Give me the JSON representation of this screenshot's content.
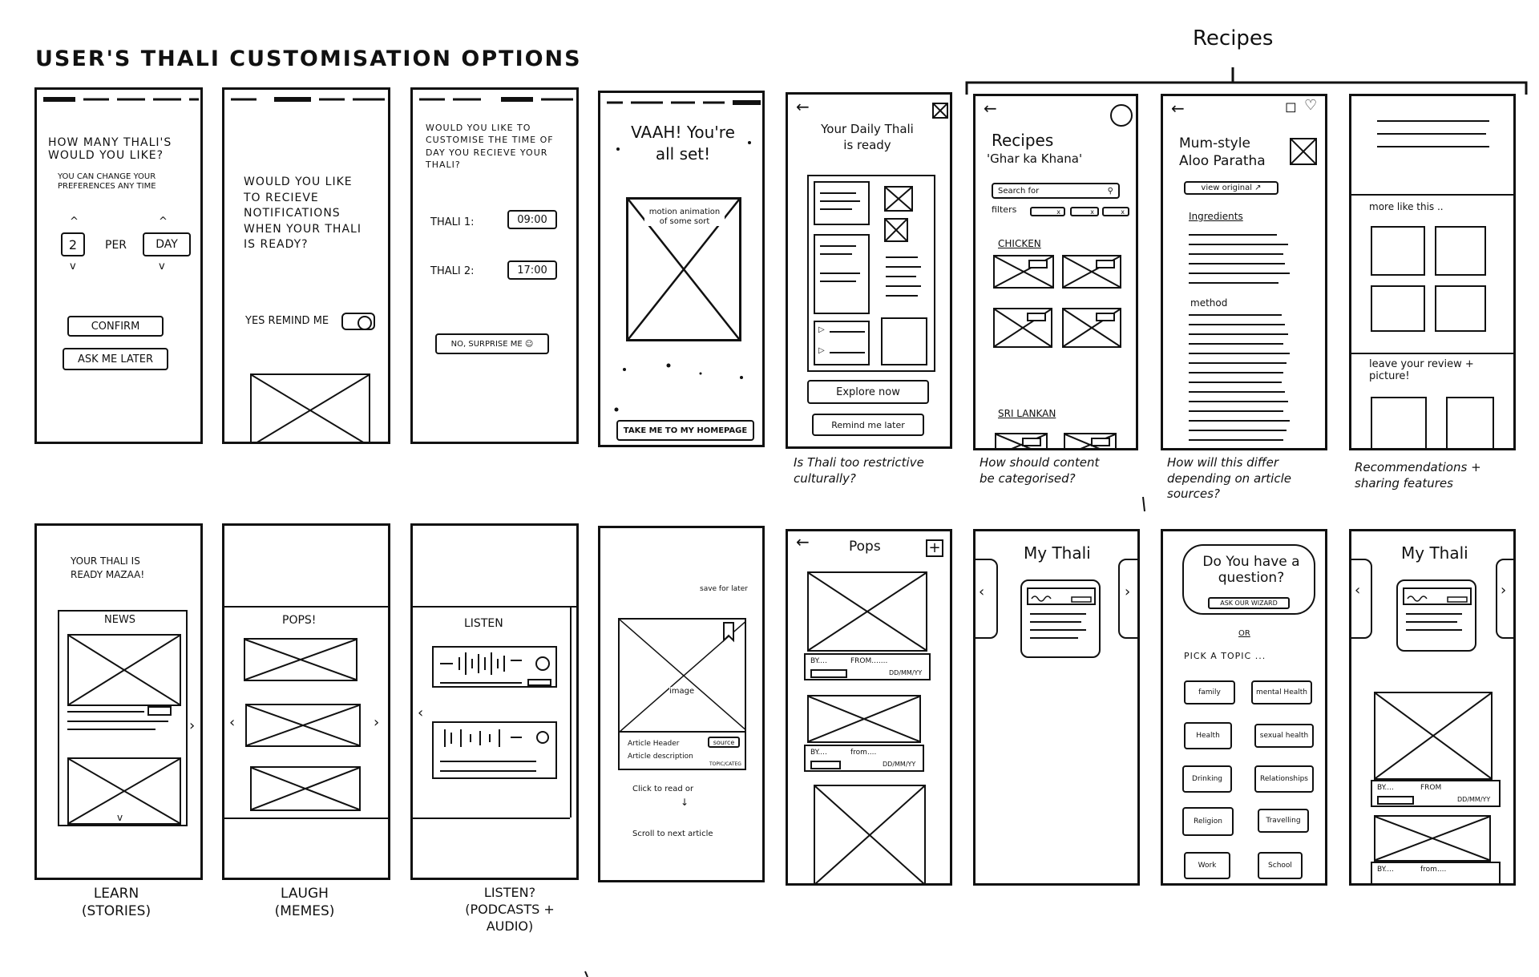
{
  "page_title": "USER'S THALI CUSTOMISATION OPTIONS",
  "recipes_heading": "Recipes",
  "row1": {
    "s1": {
      "question": "HOW MANY THALI'S WOULD YOU LIKE?",
      "sub": "YOU CAN CHANGE YOUR PREFERENCES ANY TIME",
      "count": "2",
      "per": "PER",
      "unit": "DAY",
      "confirm": "CONFIRM",
      "later": "ASK ME LATER"
    },
    "s2": {
      "question": "WOULD YOU LIKE TO RECIEVE NOTIFICATIONS WHEN YOUR THALI IS READY?",
      "toggle_label": "YES REMIND ME"
    },
    "s3": {
      "question": "WOULD YOU LIKE TO CUSTOMISE THE TIME OF DAY YOU RECIEVE YOUR THALI?",
      "thali1": "THALI 1:",
      "time1": "09:00",
      "thali2": "THALI 2:",
      "time2": "17:00",
      "surprise": "NO, SURPRISE ME ☺"
    },
    "s4": {
      "heading": "VAAH! You're all set!",
      "animation": "motion animation of some sort",
      "cta": "TAKE ME TO MY HOMEPAGE"
    },
    "s5": {
      "heading": "Your Daily Thali is ready",
      "explore": "Explore now",
      "remind": "Remind me later",
      "caption": "Is Thali too restrictive culturally?"
    },
    "s6": {
      "title": "Recipes",
      "subtitle": "'Ghar ka Khana'",
      "search": "Search for",
      "filters": "filters",
      "cat1": "CHICKEN",
      "cat2": "SRI LANKAN",
      "caption": "How should content be categorised?"
    },
    "s7": {
      "title": "Mum-style Aloo Paratha",
      "view": "view original ↗",
      "ingredients": "Ingredients",
      "method": "method",
      "caption": "How will this differ depending on article sources?"
    },
    "s8": {
      "more": "more like this ..",
      "review": "leave your review + picture!",
      "caption": "Recommendations + sharing features"
    }
  },
  "row2": {
    "s1": {
      "intro": "YOUR THALI IS READY MAZAA!",
      "section": "NEWS",
      "caption": "LEARN (STORIES)"
    },
    "s2": {
      "section": "POPS!",
      "caption": "LAUGH (MEMES)"
    },
    "s3": {
      "section": "LISTEN",
      "caption": "LISTEN? (PODCASTS + AUDIO)"
    },
    "s4": {
      "save": "save for later",
      "image": "image",
      "header": "Article Header",
      "source": "source",
      "desc": "Article description",
      "topic": "TOPIC/CATEG",
      "click": "Click to read or",
      "scroll": "Scroll to next article"
    },
    "s5": {
      "title": "Pops",
      "by": "BY....",
      "from": "FROM.......",
      "date": "DD/MM/YY",
      "by2": "BY....",
      "from2": "from....",
      "date2": "DD/MM/YY"
    },
    "s6": {
      "title": "My Thali"
    },
    "s7": {
      "question": "Do You have a question?",
      "wizard": "ASK OUR WIZARD",
      "or": "OR",
      "pick": "PICK A TOPIC ...",
      "topics": [
        "family",
        "mental Health",
        "Health",
        "sexual health",
        "Drinking",
        "Relationships",
        "Religion",
        "Travelling",
        "Work",
        "School"
      ]
    },
    "s8": {
      "title": "My Thali",
      "by": "BY....",
      "from": "FROM",
      "date": "DD/MM/YY",
      "by2": "BY....",
      "from2": "from...."
    }
  }
}
